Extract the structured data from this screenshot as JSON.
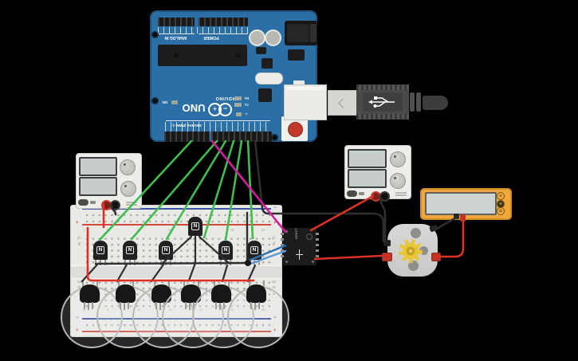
{
  "canvas": {
    "background": "#000000"
  },
  "arduino": {
    "name": "Arduino Uno",
    "brand": "ARDUINO",
    "model": "UNO",
    "board_color": "#2C6FA6",
    "silkscreen": {
      "analog": "ANALOG IN",
      "power": "POWER",
      "digital": "DIGITAL (PWM~)"
    },
    "leds": {
      "on": "ON",
      "rx": "RX",
      "tx": "TX",
      "l": "L"
    },
    "logo_plus": "+",
    "logo_minus": "−"
  },
  "power_supplies": {
    "left": {
      "display_top": "",
      "display_bottom": ""
    },
    "right": {
      "display_top": "",
      "display_bottom": ""
    }
  },
  "multimeter": {
    "display": "",
    "buttons": [
      "A",
      "V",
      "Ω"
    ],
    "body_color": "#EFA73E"
  },
  "motor": {
    "type": "hobby gearmotor",
    "gear_color": "#E9C53A"
  },
  "h_bridge": {
    "chip": "L293D"
  },
  "transistors": {
    "label": "N",
    "count": 6
  },
  "speakers": {
    "count": 6
  },
  "breadboard": {
    "rows_top": "jihgf",
    "rows_bottom": "edcba",
    "col_numbers": [
      "1",
      "5",
      "10",
      "15",
      "20",
      "25",
      "30"
    ],
    "plus": "+",
    "minus": "−",
    "plus_color": "#D4483E",
    "minus_color": "#3A53A4"
  },
  "wire_colors": {
    "signal_green": "#3FBD4E",
    "power_red": "#DD3126",
    "ground_black": "#2E2E2E",
    "control_magenta": "#CF1F9E",
    "motor_blue_dark": "#2F6FAE",
    "motor_blue_light": "#5E9AD4"
  }
}
